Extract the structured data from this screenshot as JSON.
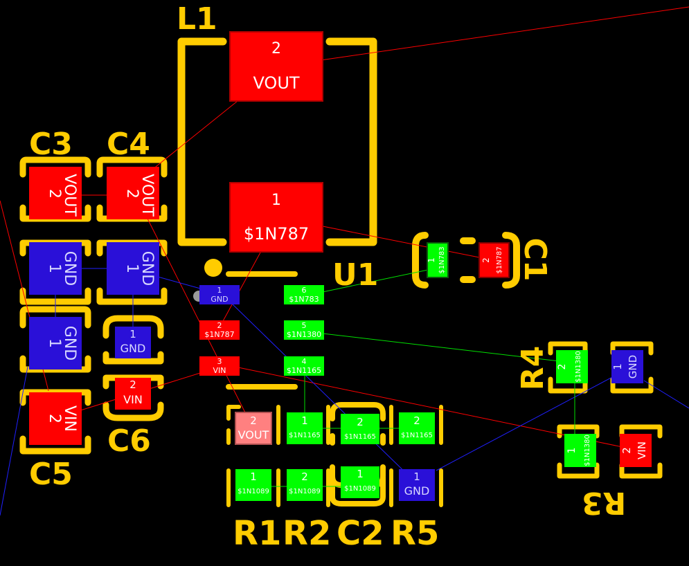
{
  "colors": {
    "background": "#000000",
    "silkscreen": "#ffcc00",
    "pad_red": "#ff0000",
    "pad_blue": "#2a10d8",
    "pad_green": "#00ff00",
    "pad_highlight": "#ff8080",
    "pad_text_red": "#ffffff",
    "pad_text_blue": "#d8d8ff",
    "pad_text_green": "#ffffff",
    "rat_red": "#ff0000",
    "rat_blue": "#2020ff",
    "rat_green": "#00e000",
    "pin1_dot": "#ffcc00",
    "pin1_gray": "#9a9a9a"
  },
  "designators": {
    "L1": "L1",
    "U1": "U1",
    "C1": "C1",
    "C2": "C2",
    "C3": "C3",
    "C4": "C4",
    "C5": "C5",
    "C6": "C6",
    "R1": "R1",
    "R2": "R2",
    "R3": "R3",
    "R4": "R4",
    "R5": "R5"
  },
  "pads": {
    "L1_2": {
      "num": "2",
      "net": "VOUT"
    },
    "L1_1": {
      "num": "1",
      "net": "$1N787"
    },
    "C3_2": {
      "num": "2",
      "net": "VOUT"
    },
    "C3_1": {
      "num": "1",
      "net": "GND"
    },
    "C4_2": {
      "num": "2",
      "net": "VOUT"
    },
    "C4_1": {
      "num": "1",
      "net": "GND"
    },
    "C5_1": {
      "num": "1",
      "net": "GND"
    },
    "C5_2": {
      "num": "2",
      "net": "VIN"
    },
    "C6_1": {
      "num": "1",
      "net": "GND"
    },
    "C6_2": {
      "num": "2",
      "net": "VIN"
    },
    "U1_1": {
      "num": "1",
      "net": "GND"
    },
    "U1_2": {
      "num": "2",
      "net": "$1N787"
    },
    "U1_3": {
      "num": "3",
      "net": "VIN"
    },
    "U1_4": {
      "num": "4",
      "net": "$1N1165"
    },
    "U1_5": {
      "num": "5",
      "net": "$1N1380"
    },
    "U1_6": {
      "num": "6",
      "net": "$1N783"
    },
    "C1_1": {
      "num": "1",
      "net": "$1N783"
    },
    "C1_2": {
      "num": "2",
      "net": "$1N787"
    },
    "R1_2": {
      "num": "2",
      "net": "VOUT"
    },
    "R1_1": {
      "num": "1",
      "net": "$1N1089"
    },
    "R2_1": {
      "num": "1",
      "net": "$1N1165"
    },
    "R2_2": {
      "num": "2",
      "net": "$1N1089"
    },
    "C2_2": {
      "num": "2",
      "net": "$1N1165"
    },
    "C2_1": {
      "num": "1",
      "net": "$1N1089"
    },
    "R5_2": {
      "num": "2",
      "net": "$1N1165"
    },
    "R5_1": {
      "num": "1",
      "net": "GND"
    },
    "R4_2": {
      "num": "2",
      "net": "$1N1380"
    },
    "R4_1": {
      "num": "1",
      "net": "GND"
    },
    "R3_1": {
      "num": "1",
      "net": "$1N1380"
    },
    "R3_2": {
      "num": "2",
      "net": "VIN"
    }
  }
}
